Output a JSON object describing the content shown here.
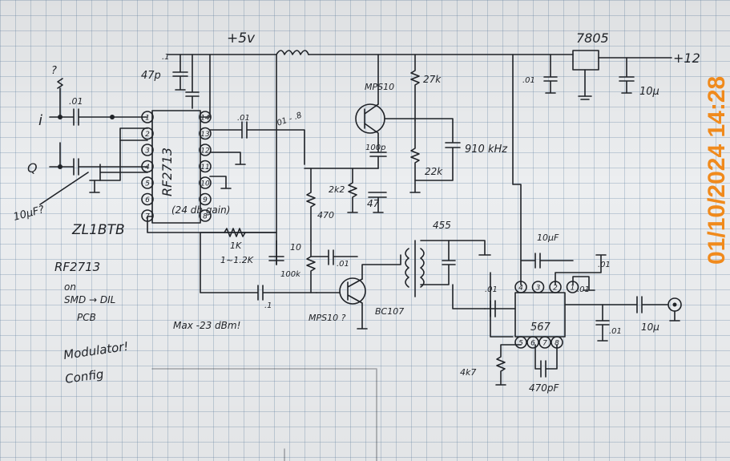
{
  "labels": {
    "supply_plus5v": "+5v",
    "regulator": "7805",
    "supply_plus12": "+12",
    "input_i": "i",
    "input_q": "Q",
    "question_top": "?",
    "cap_01_i": ".01",
    "cap_47p": "47p",
    "cap_01_top": ".1",
    "chip": "RF2713",
    "gain_note": "(24 db gain)",
    "cap_01_out": ".01",
    "cap_01_8": ".01 - .8",
    "transistor_top": "MPS10",
    "r27k": "27k",
    "r22k": "22k",
    "cap_100p": "100p",
    "xtal": "910 kHz",
    "r2k2": "2k2",
    "cap_47": "47",
    "r470": "470",
    "freq_455": "455",
    "cap_01_right": ".01",
    "cap_10u_right": "10μ",
    "r1k": "1K",
    "r1_2k": "1~1.2K",
    "cap_10": "10",
    "r100k": "100k",
    "cap_01_mid": ".01",
    "cap_01_bot": ".1",
    "bc107": "BC107",
    "mps10_q": "MPS10 ?",
    "max_note": "Max -23 dBm!",
    "cap_10u_mid": "10μF",
    "ic567": "567",
    "cap_01_567a": ".01",
    "cap_01_567b": ".01",
    "cap_01_567c": ".01",
    "cap_01_567d": ".01",
    "cap_10u_out": "10μ",
    "r4k7": "4k7",
    "cap_470p": "470pF",
    "cap_10u_left": "10μF?",
    "callsign": "ZL1BTB",
    "note_rf2713": "RF2713",
    "note_on": "on",
    "note_smd": "SMD → DIL",
    "note_pcb": "PCB",
    "note_modulator": "Modulator!",
    "note_config": "Config",
    "pins_left": [
      "1",
      "2",
      "3",
      "4",
      "5",
      "6",
      "7"
    ],
    "pins_right": [
      "14",
      "13",
      "12",
      "11",
      "10",
      "9",
      "8"
    ],
    "pins_567_top": [
      "4",
      "3",
      "2",
      "1"
    ],
    "pins_567_bot": [
      "5",
      "6",
      "7",
      "8"
    ]
  },
  "timestamp": "01/10/2024 14:28",
  "colors": {
    "ink": "#1f2227",
    "stamp": "#f08a1c",
    "paper": "#eceef0"
  }
}
